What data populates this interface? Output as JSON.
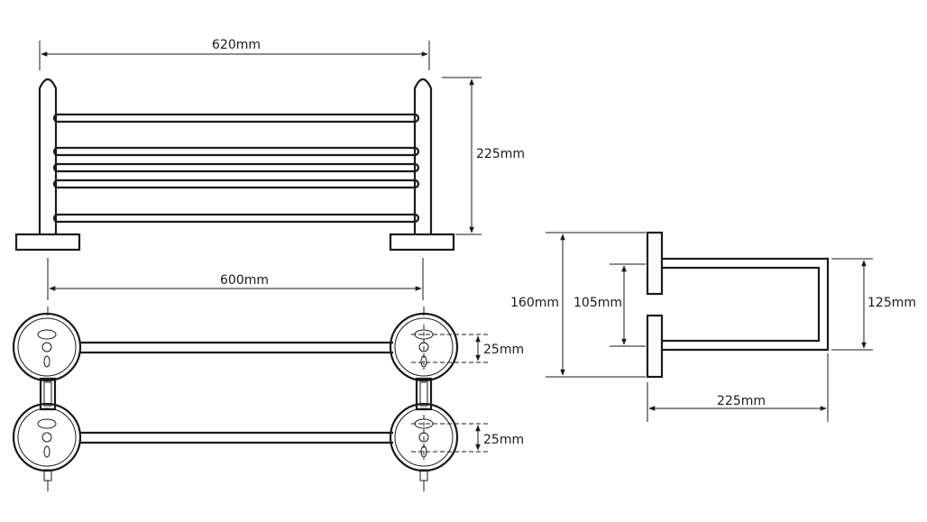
{
  "diagram": {
    "front_view": {
      "width_label": "620mm",
      "height_label": "225mm"
    },
    "top_view": {
      "width_label": "600mm",
      "hole_spacing_upper_label": "25mm",
      "hole_spacing_lower_label": "25mm"
    },
    "side_view": {
      "height_label": "160mm",
      "plate_gap_label": "105mm",
      "bar_height_label": "125mm",
      "depth_label": "225mm"
    }
  },
  "colors": {
    "line": "#1a1a1a",
    "background": "#ffffff"
  }
}
